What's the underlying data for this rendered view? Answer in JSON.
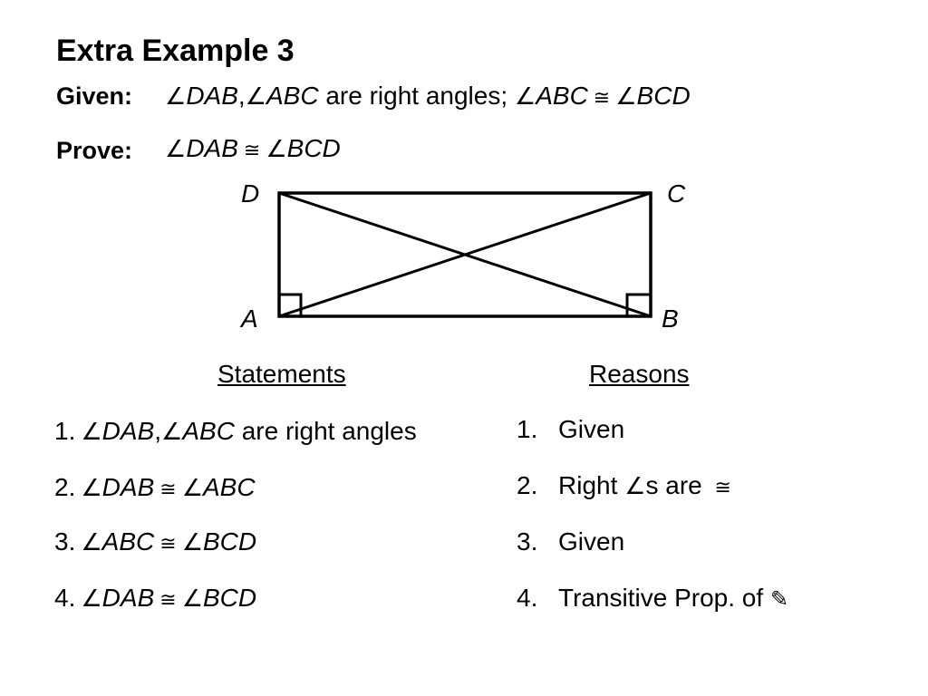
{
  "title": "Extra Example 3",
  "given": {
    "label": "Given:",
    "a1": "DAB",
    "comma": ",",
    "a2": "ABC",
    "mid": " are right angles; ",
    "a3": "ABC",
    "a4": "BCD"
  },
  "prove": {
    "label": "Prove:",
    "a1": "DAB",
    "a2": "BCD"
  },
  "symbols": {
    "angle": "∠",
    "congruent": "≅",
    "pencil": "✎"
  },
  "figure": {
    "vertices": {
      "D": "D",
      "C": "C",
      "A": "A",
      "B": "B"
    }
  },
  "columns": {
    "statements": "Statements",
    "reasons": "Reasons"
  },
  "statements": [
    {
      "num": "1.",
      "a1": "DAB",
      "sep": ",",
      "a2": "ABC",
      "tail": " are right angles"
    },
    {
      "num": "2.",
      "a1": "DAB",
      "a2": "ABC"
    },
    {
      "num": "3.",
      "a1": "ABC",
      "a2": "BCD"
    },
    {
      "num": "4.",
      "a1": "DAB",
      "a2": "BCD"
    }
  ],
  "reasons": [
    {
      "num": "1.",
      "text": "Given"
    },
    {
      "num": "2.",
      "pre": "Right ",
      "post": "s are "
    },
    {
      "num": "3.",
      "text": "Given"
    },
    {
      "num": "4.",
      "text": "Transitive Prop. of "
    }
  ]
}
